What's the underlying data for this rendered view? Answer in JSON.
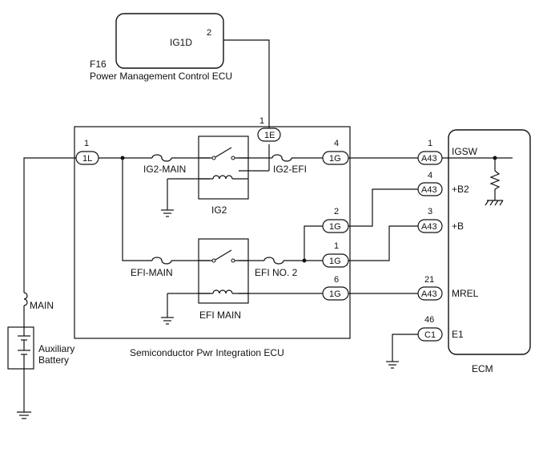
{
  "components": {
    "pmc_ecu": {
      "code": "F16",
      "name": "Power Management Control ECU",
      "terminal": "IG1D",
      "pin": "2"
    },
    "spi_ecu": {
      "name": "Semiconductor Pwr Integration ECU"
    },
    "ecm": {
      "name": "ECM"
    },
    "battery": {
      "line1": "Auxiliary",
      "line2": "Battery"
    }
  },
  "relays": {
    "ig2": "IG2",
    "efi_main": "EFI MAIN"
  },
  "fuses": {
    "main": "MAIN",
    "ig2_main": "IG2-MAIN",
    "ig2_efi": "IG2-EFI",
    "efi_main": "EFI-MAIN",
    "efi_no2": "EFI NO. 2"
  },
  "connectors": {
    "c_1e": {
      "label": "1E",
      "pin": "1"
    },
    "c_1l": {
      "label": "1L",
      "pin": "1"
    },
    "c_1g_4": {
      "label": "1G",
      "pin": "4"
    },
    "c_1g_2": {
      "label": "1G",
      "pin": "2"
    },
    "c_1g_1": {
      "label": "1G",
      "pin": "1"
    },
    "c_1g_6": {
      "label": "1G",
      "pin": "6"
    },
    "c_a43_1": {
      "label": "A43",
      "pin": "1"
    },
    "c_a43_4": {
      "label": "A43",
      "pin": "4"
    },
    "c_a43_3": {
      "label": "A43",
      "pin": "3"
    },
    "c_a43_21": {
      "label": "A43",
      "pin": "21"
    },
    "c_c1_46": {
      "label": "C1",
      "pin": "46"
    }
  },
  "ecm_terminals": {
    "igsw": "IGSW",
    "b2": "+B2",
    "b": "+B",
    "mrel": "MREL",
    "e1": "E1"
  }
}
